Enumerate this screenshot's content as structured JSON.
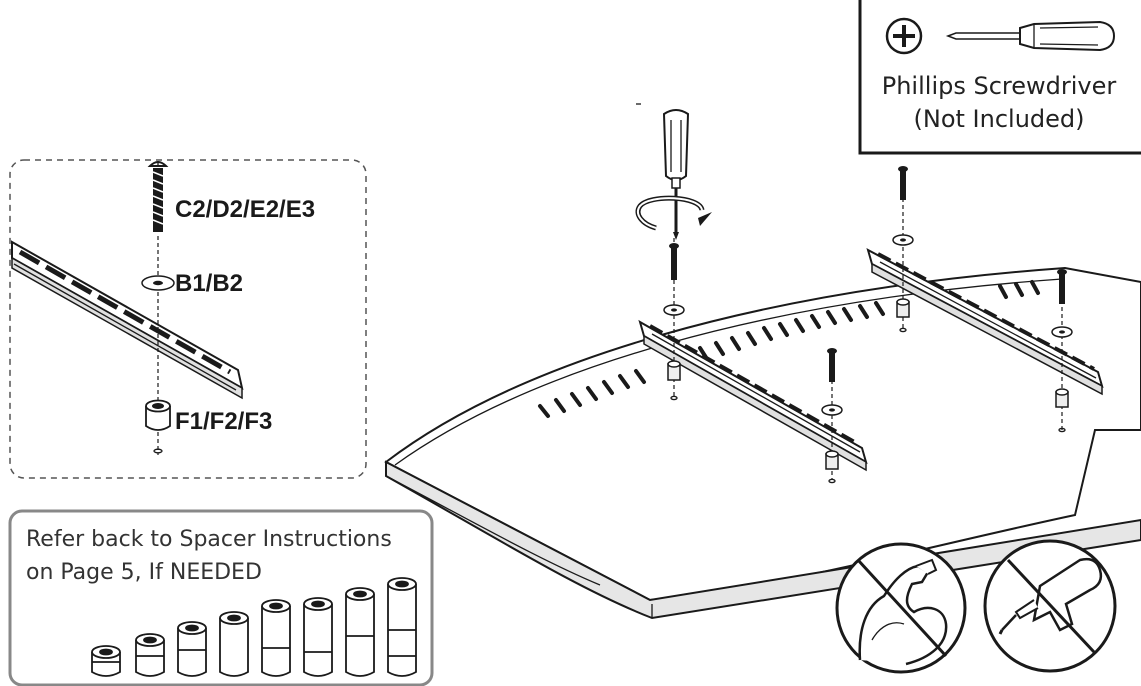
{
  "detail_callout": {
    "screw_label": "C2/D2/E2/E3",
    "washer_label": "B1/B2",
    "spacer_label": "F1/F2/F3"
  },
  "spacer_note": {
    "line1": "Refer back to Spacer Instructions",
    "line2": "on Page 5, If NEEDED"
  },
  "tool_box": {
    "tool_name": "Phillips Screwdriver",
    "tool_note": "(Not Included)"
  },
  "colors": {
    "ink": "#1a1a1a",
    "note_border": "#888888",
    "tv_gray": "#e6e6e6"
  },
  "icons": [
    "phillips-head-icon",
    "screwdriver-icon",
    "no-overtighten-icon",
    "no-power-drill-icon"
  ]
}
